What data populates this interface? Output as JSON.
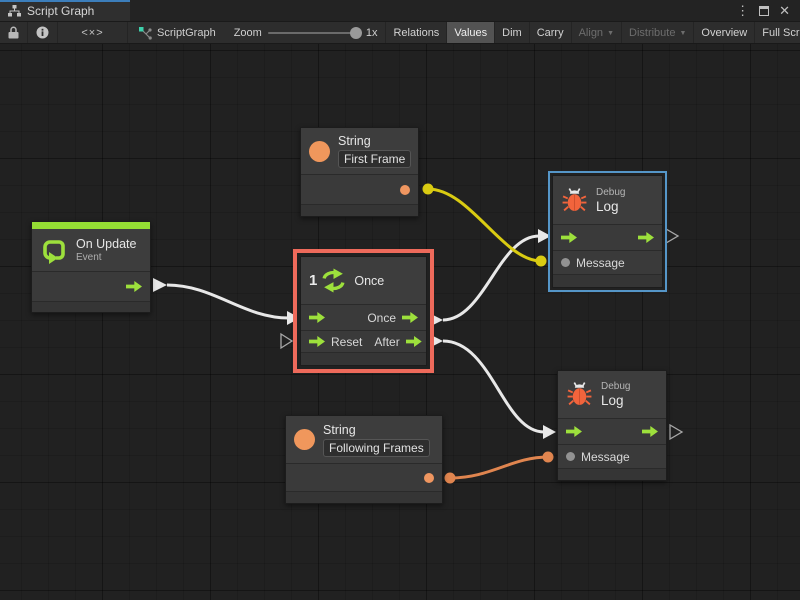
{
  "window": {
    "tab_label": "Script Graph",
    "controls": {
      "menu": "⋮",
      "close": "✕"
    }
  },
  "toolbar": {
    "code_icon_text": "<×>",
    "graph_label": "ScriptGraph",
    "zoom_label": "Zoom",
    "zoom_value": "1x",
    "dropdown_glyph": "▼",
    "buttons": [
      {
        "label": "Relations",
        "state": "normal"
      },
      {
        "label": "Values",
        "state": "active"
      },
      {
        "label": "Dim",
        "state": "normal"
      },
      {
        "label": "Carry",
        "state": "normal"
      },
      {
        "label": "Align",
        "state": "disabled",
        "dropdown": true
      },
      {
        "label": "Distribute",
        "state": "disabled",
        "dropdown": true
      },
      {
        "label": "Overview",
        "state": "normal"
      },
      {
        "label": "Full Screen",
        "state": "normal"
      }
    ]
  },
  "nodes": {
    "on_update": {
      "title": "On Update",
      "subtitle": "Event"
    },
    "string_first": {
      "title": "String",
      "value": "First Frame"
    },
    "once": {
      "badge": "1",
      "title": "Once",
      "out_once": "Once",
      "in_reset": "Reset",
      "out_after": "After"
    },
    "debug_top": {
      "kind": "Debug",
      "title": "Log",
      "message_label": "Message"
    },
    "string_following": {
      "title": "String",
      "value": "Following Frames"
    },
    "debug_bottom": {
      "kind": "Debug",
      "title": "Log",
      "message_label": "Message"
    }
  },
  "colors": {
    "accent_green": "#9de03c",
    "accent_orange": "#ef9660",
    "bug_orange": "#f2643c",
    "wire_white": "#e8e8e8",
    "wire_yellow": "#d9cb12",
    "wire_orange": "#e0854f",
    "selection_red": "#ee6a5b",
    "focus_blue": "#5596c8"
  }
}
